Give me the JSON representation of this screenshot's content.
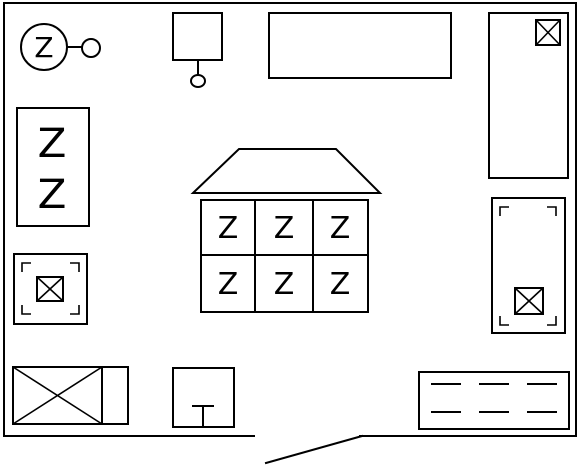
{
  "diagram": {
    "kind": "floor-plan",
    "stroke_color": "#000000",
    "background_color": "#ffffff",
    "glyph": "Z",
    "pod_glyphs": [
      "Z",
      "Z",
      "Z",
      "Z",
      "Z",
      "Z"
    ],
    "left_stack_glyphs": [
      "Z",
      "Z"
    ],
    "round_unit_glyph": "Z"
  }
}
